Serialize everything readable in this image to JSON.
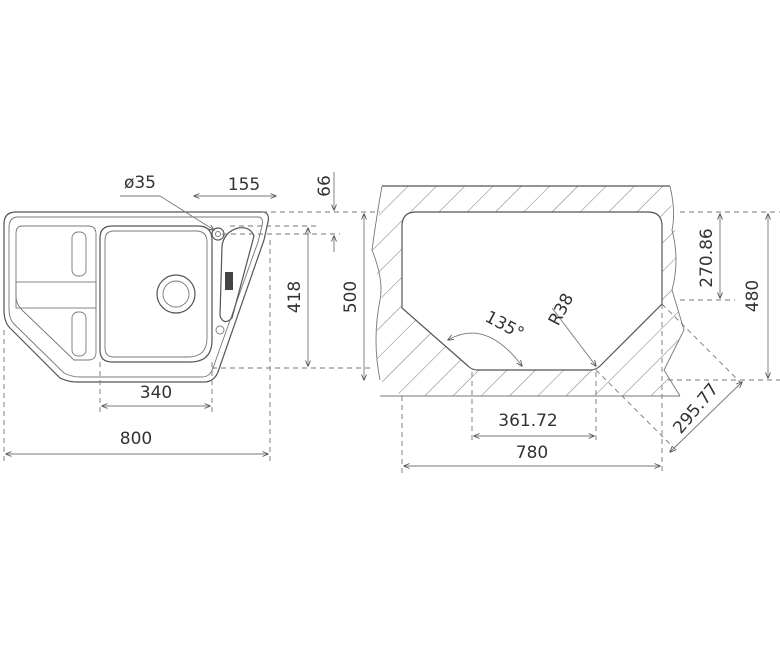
{
  "dims": {
    "d_hole": "ø35",
    "w_155": "155",
    "h_66": "66",
    "h_418": "418",
    "h_500": "500",
    "w_340": "340",
    "w_800": "800",
    "angle": "135°",
    "radius": "R38",
    "h_27086": "270.86",
    "h_480": "480",
    "w_36172": "361.72",
    "w_780": "780",
    "diag_29577": "295.77"
  },
  "colors": {
    "line": "#555555",
    "hatch": "#777777",
    "background": "#ffffff"
  }
}
